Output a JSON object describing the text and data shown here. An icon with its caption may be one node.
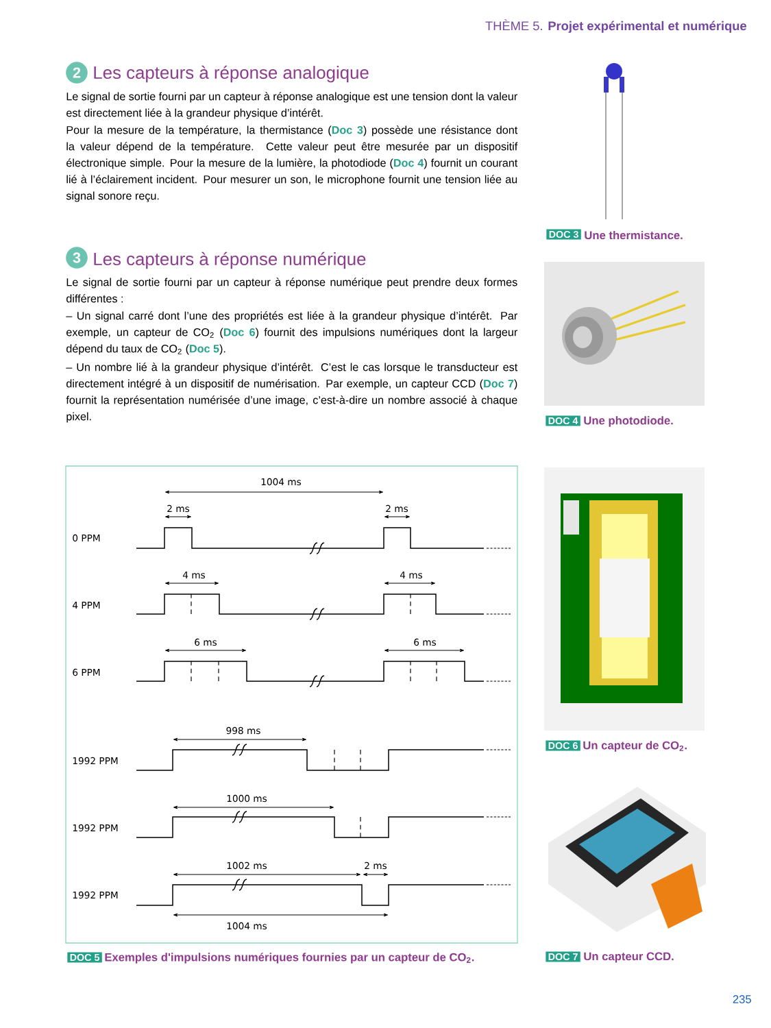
{
  "diagram": {
    "labels": [
      "THÈME 5. **Projet expérimental et numérique**",
      "2",
      "Les capteurs à réponse analogique",
      "Le signal de sortie fourni par un capteur à réponse analogique est une tension dont la valeur est directement liée à la grandeur physique d’intérêt.",
      "Pour la mesure de la température, la thermistance (**Doc 3**) possède une résistance dont la valeur dépend de la température. Cette valeur peut être mesurée par un dispositif électronique simple. Pour la mesure de la lumière, la photodiode (**Doc 4**) fournit un courant lié à l’éclairement incident. Pour mesurer un son, le microphone fournit une tension liée au signal sonore reçu.",
      "DOC 3",
      "Une thermistance.",
      "3",
      "Les capteurs à réponse numérique",
      "Le signal de sortie fourni par un capteur à réponse numérique peut prendre deux formes différentes :",
      "– Un signal carré dont l’une des propriétés est liée à la grandeur physique d’intérêt. Par exemple, un capteur de CO$_{2}$ (**Doc 6**) fournit des impulsions numériques dont la largeur dépend du taux de CO$_{2}$ (**Doc 5**).",
      "– Un nombre lié à la grandeur physique d’intérêt. C’est le cas lorsque le transducteur est directement intégré à un dispositif de numérisation. Par exemple, un capteur CCD (**Doc 7**) fournit la représentation numérisée d’une image, c’est-à-dire un nombre associé à chaque pixel.",
      "DOC 4",
      "Une photodiode.",
      "1004 ms",
      "2 ms",
      "2 ms",
      "0 PPM",
      "4 ms",
      "4 ms",
      "4 PPM",
      "6 ms",
      "6 ms",
      "6 PPM",
      "998 ms",
      "1992 PPM",
      "1000 ms",
      "1992 PPM",
      "1002 ms",
      "2 ms",
      "1992 PPM",
      "1004 ms",
      "DOC 6",
      "Un capteur de CO$_{2}$.",
      "DOC 7",
      "Un capteur CCD.",
      "DOC 5",
      "Exemples d'impulsions numériques fournies par un capteur de CO$_{2}$.",
      "235"
    ]
  }
}
